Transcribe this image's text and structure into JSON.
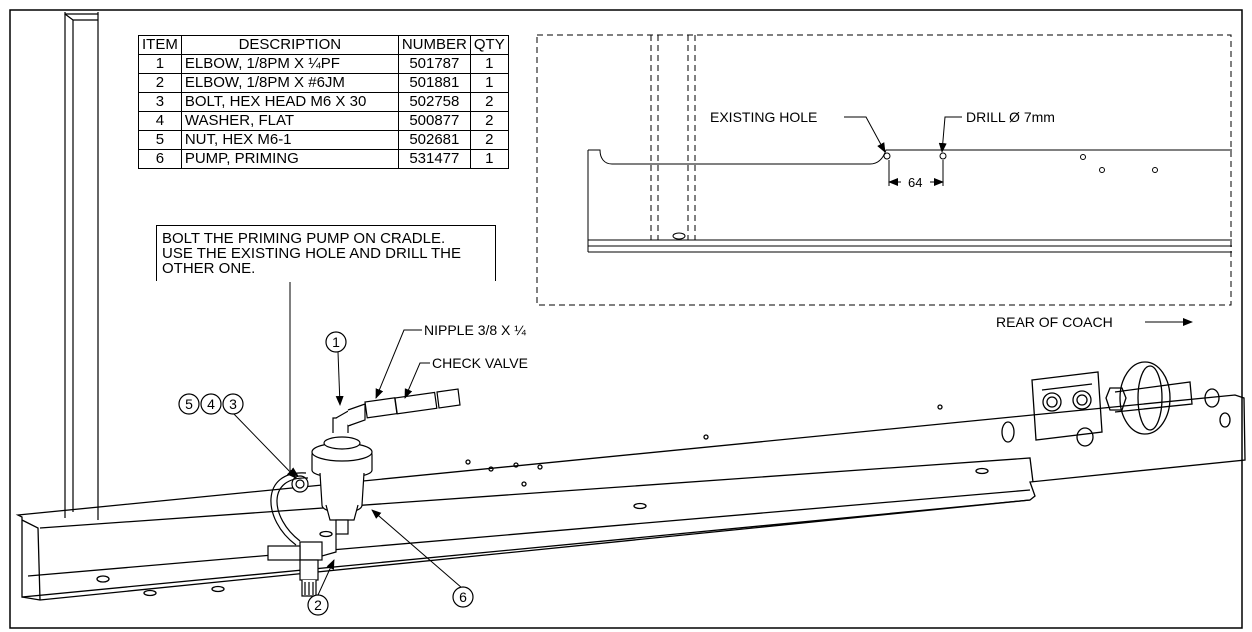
{
  "bom": {
    "headers": [
      "ITEM",
      "DESCRIPTION",
      "NUMBER",
      "QTY"
    ],
    "rows": [
      {
        "item": "1",
        "description": "ELBOW, 1/8PM X ¼PF",
        "number": "501787",
        "qty": "1"
      },
      {
        "item": "2",
        "description": "ELBOW, 1/8PM X #6JM",
        "number": "501881",
        "qty": "1"
      },
      {
        "item": "3",
        "description": "BOLT, HEX HEAD M6 X 30",
        "number": "502758",
        "qty": "2"
      },
      {
        "item": "4",
        "description": "WASHER, FLAT",
        "number": "500877",
        "qty": "2"
      },
      {
        "item": "5",
        "description": "NUT, HEX M6-1",
        "number": "502681",
        "qty": "2"
      },
      {
        "item": "6",
        "description": "PUMP, PRIMING",
        "number": "531477",
        "qty": "1"
      }
    ]
  },
  "note": {
    "lines": [
      "BOLT THE PRIMING PUMP ON CRADLE.",
      "USE THE EXISTING HOLE AND DRILL THE",
      "OTHER ONE."
    ]
  },
  "detail": {
    "existing_hole": "EXISTING HOLE",
    "drill": "DRILL  Ø  7mm",
    "dimension": "64"
  },
  "labels": {
    "nipple": "NIPPLE 3/8 X ¼",
    "check_valve": "CHECK VALVE",
    "rear_of_coach": "REAR OF COACH"
  },
  "balloons": {
    "b1": "1",
    "b2": "2",
    "b3": "3",
    "b4": "4",
    "b5": "5",
    "b6": "6"
  }
}
